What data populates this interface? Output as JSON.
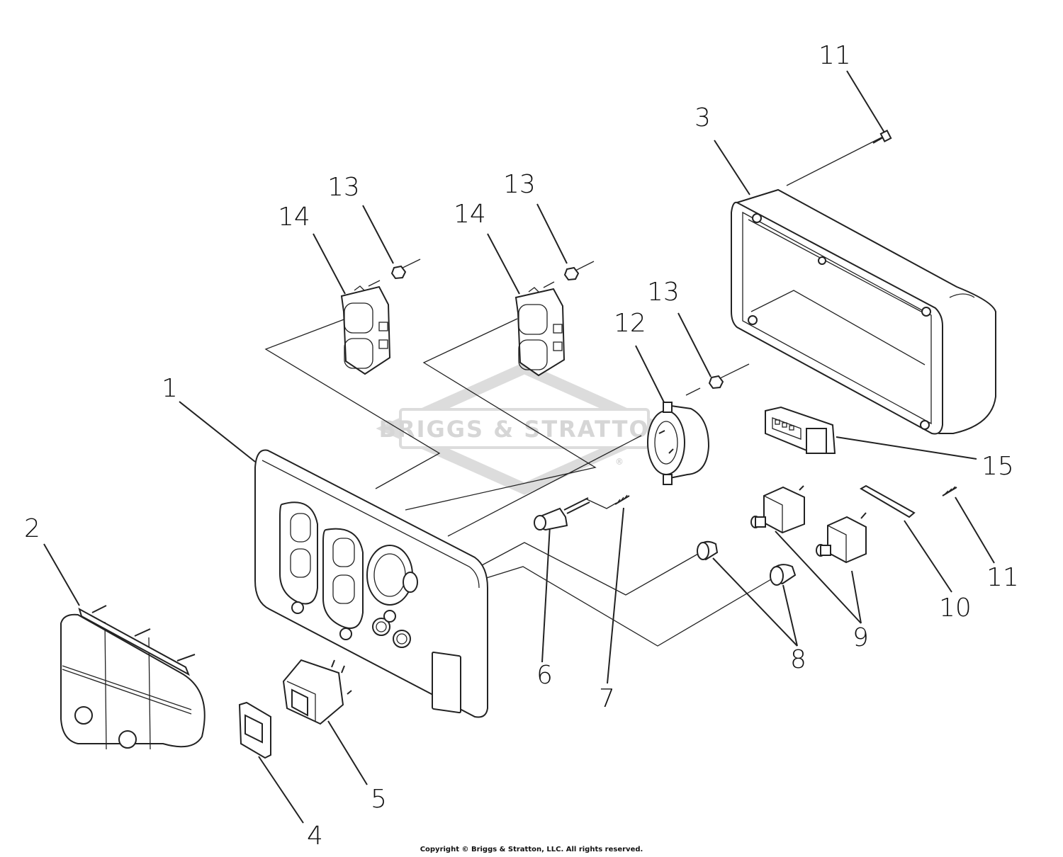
{
  "watermark": {
    "text": "BRIGGS & STRATTON",
    "mark": "®"
  },
  "copyright": "Copyright © Briggs & Stratton, LLC. All rights reserved.",
  "callouts": [
    "1",
    "2",
    "3",
    "4",
    "5",
    "6",
    "7",
    "8",
    "9",
    "10",
    "11",
    "11",
    "12",
    "13",
    "13",
    "13",
    "14",
    "14",
    "15"
  ],
  "colors": {
    "line": "#222222",
    "watermark": "#d8d8d8",
    "background": "#ffffff"
  }
}
